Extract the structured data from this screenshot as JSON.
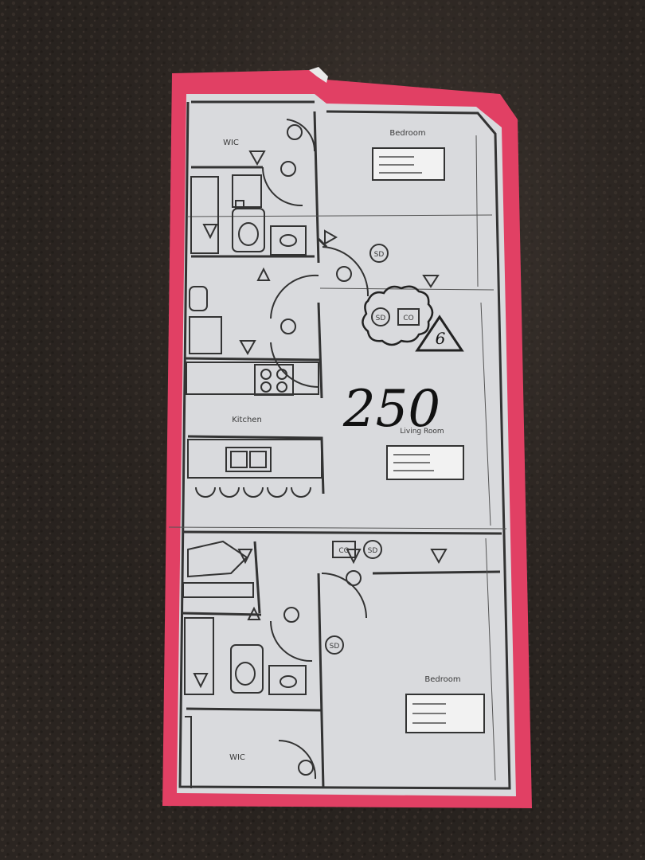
{
  "plan": {
    "unit_number": "250",
    "tag_number": "6",
    "rooms": {
      "bedroom_top": "Bedroom",
      "bedroom_bottom": "Bedroom",
      "wic_top": "WIC",
      "wic_bottom": "WIC",
      "kitchen": "Kitchen",
      "living": "Living Room"
    },
    "device_codes": {
      "smoke": "SD",
      "co": "CO"
    }
  },
  "colors": {
    "paper": "#dcdde0",
    "highlight": "#e0245a",
    "ink": "#2e2e2e",
    "surface": "#2b2521"
  }
}
